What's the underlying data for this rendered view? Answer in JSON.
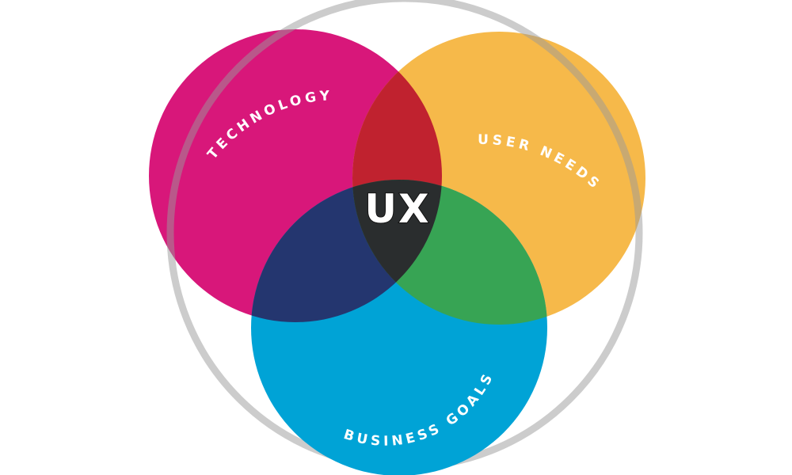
{
  "diagram": {
    "type": "venn",
    "center_label": "UX",
    "sets": [
      {
        "id": "technology",
        "label": "TECHNOLOGY",
        "color": "#d8177a"
      },
      {
        "id": "user_needs",
        "label": "USER NEEDS",
        "color": "#f6b94a"
      },
      {
        "id": "business_goals",
        "label": "BUSINESS GOALS",
        "color": "#00a3d6"
      }
    ],
    "intersections": {
      "technology_user_needs": "#c0222f",
      "technology_business_goals": "#24366f",
      "user_needs_business_goals": "#37a454",
      "all": "#2a2d2e"
    },
    "outer_ring_color": "#9a9a9a"
  }
}
